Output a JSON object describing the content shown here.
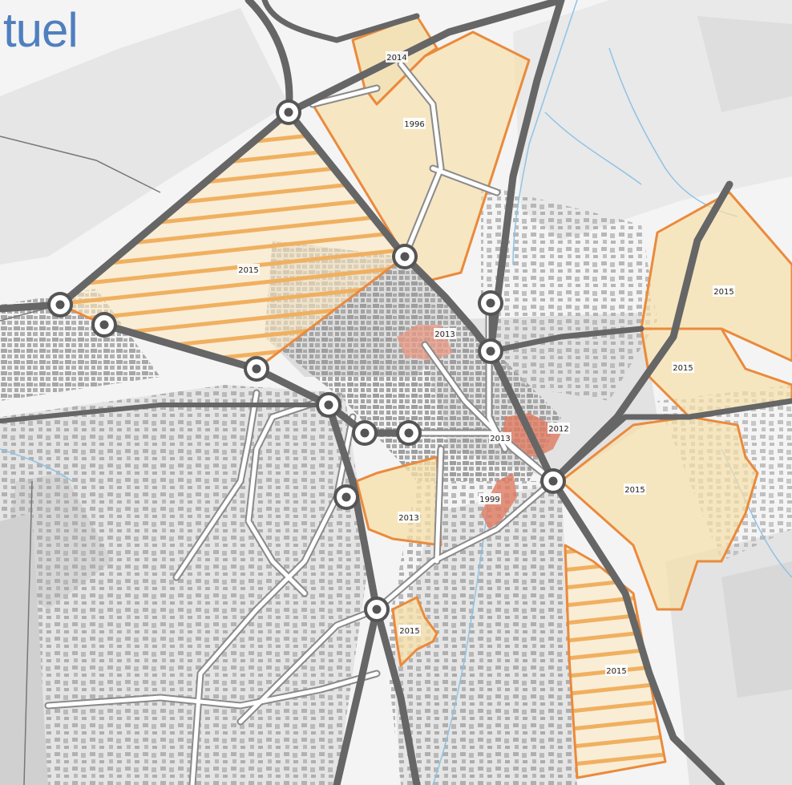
{
  "title": "tuel",
  "colors": {
    "title": "#4f7fbf",
    "background": "#f4f4f4",
    "block": "#e3e3e3",
    "building": "#a9a9a9",
    "main_road": "#666666",
    "local_road": "#8a8a8a",
    "river": "#8fc3e6",
    "zone_fill": "#f7dfa8",
    "zone_border": "#ea8a3c",
    "hatch": "#f0b060",
    "core_zone": "#e07a62"
  },
  "zones": [
    {
      "id": "z2014",
      "year": "2014",
      "style": "solid"
    },
    {
      "id": "z1996",
      "year": "1996",
      "style": "solid"
    },
    {
      "id": "z2015-nw",
      "year": "2015",
      "style": "hatched"
    },
    {
      "id": "z2015-ne",
      "year": "2015",
      "style": "solid"
    },
    {
      "id": "z2015-e",
      "year": "2015",
      "style": "solid"
    },
    {
      "id": "z2013-c",
      "year": "2013",
      "style": "core"
    },
    {
      "id": "z2013-m",
      "year": "2013",
      "style": "core"
    },
    {
      "id": "z2012",
      "year": "2012",
      "style": "core"
    },
    {
      "id": "z1999",
      "year": "1999",
      "style": "core"
    },
    {
      "id": "z2015-se",
      "year": "2015",
      "style": "solid"
    },
    {
      "id": "z2013-w",
      "year": "2013",
      "style": "solid"
    },
    {
      "id": "z2015-s",
      "year": "2015",
      "style": "solid"
    },
    {
      "id": "z2015-sse",
      "year": "2015",
      "style": "hatched"
    }
  ],
  "junction_icon": "roundabout-node-icon",
  "junction_count": 13
}
